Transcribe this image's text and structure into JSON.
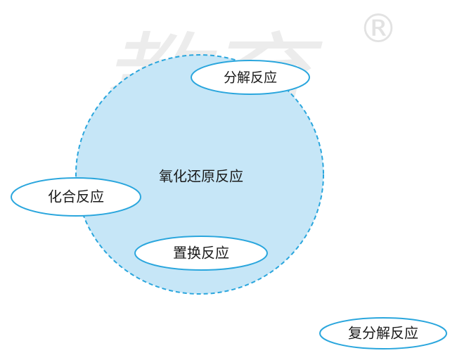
{
  "diagram": {
    "main_set_label": "氧化还原反应",
    "ellipse_labels": {
      "decomposition": "分解反应",
      "combination": "化合反应",
      "displacement": "置换反应",
      "double_decomposition": "复分解反应"
    },
    "watermark": {
      "text": "教育",
      "registered_mark": "®"
    },
    "colors": {
      "circle_fill": "#c6e6f7",
      "circle_stroke": "#2aa6dd",
      "ellipse_fill": "#ffffff",
      "ellipse_stroke": "#2aa6dd",
      "text": "#1a1a1a",
      "watermark": "#e6e6e6"
    }
  }
}
